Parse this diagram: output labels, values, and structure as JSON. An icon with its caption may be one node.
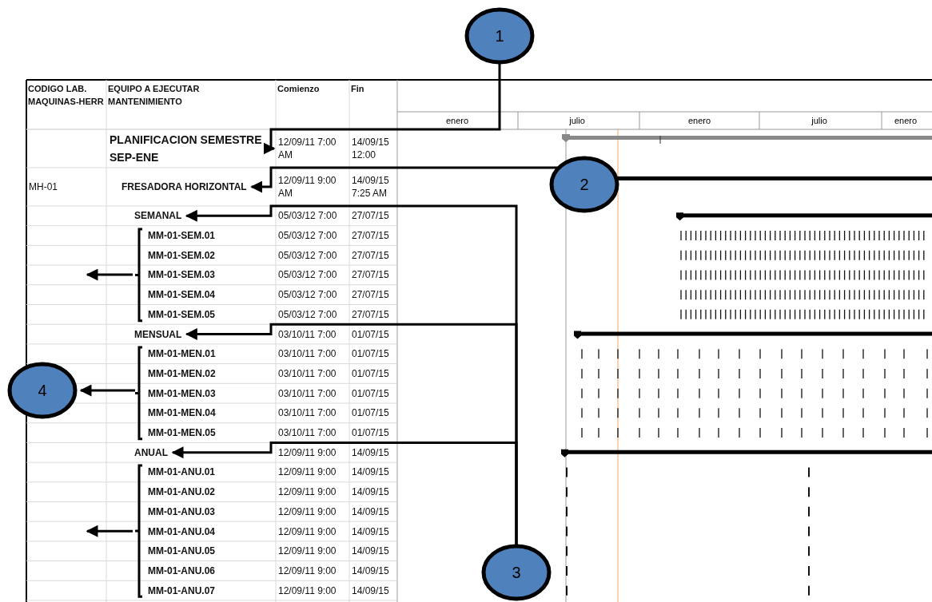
{
  "diagram": {
    "nodes": [
      {
        "text": [
          "1"
        ]
      },
      {
        "text": [
          "PLANIFICACION SEMESTRE SEP-ENE"
        ]
      },
      {
        "text": [
          "2"
        ]
      },
      {
        "text": [
          "FRESADORA HORIZONTAL"
        ]
      },
      {
        "text": [
          "SEMANAL"
        ]
      },
      {
        "text": [],
        "shape": "bracket"
      },
      {
        "text": [
          "MENSUAL"
        ]
      },
      {
        "text": [],
        "shape": "bracket"
      },
      {
        "text": [
          "4"
        ]
      },
      {
        "text": [
          "ANUAL"
        ]
      },
      {
        "text": [],
        "shape": "bracket"
      },
      {
        "text": [
          "3"
        ]
      }
    ],
    "edges": [
      {
        "from": 0,
        "to": 1,
        "arrow": "to"
      },
      {
        "from": 2,
        "to": 3,
        "arrow": "to"
      },
      {
        "from": 11,
        "to": 4,
        "arrow": "to"
      },
      {
        "from": 11,
        "to": 6,
        "arrow": "to"
      },
      {
        "from": 11,
        "to": 9,
        "arrow": "to"
      },
      {
        "from": 5,
        "to": null,
        "arrow": "to"
      },
      {
        "from": 7,
        "to": 8,
        "arrow": "to"
      },
      {
        "from": 10,
        "to": null,
        "arrow": "to"
      }
    ],
    "labels": [
      "CODIGO LAB. MAQUINAS-HERR",
      "EQUIPO A EJECUTAR MANTENIMIENTO",
      "Comienzo",
      "Fin",
      "enero",
      "julio",
      "enero",
      "julio",
      "enero",
      "12/09/11 7:00 AM",
      "14/09/15 12:00",
      "MH-01",
      "12/09/11 9:00 AM",
      "14/09/15 7:25 AM",
      "05/03/12 7:00",
      "27/07/15",
      "MM-01-SEM.01",
      "05/03/12 7:00",
      "27/07/15",
      "MM-01-SEM.02",
      "05/03/12 7:00",
      "27/07/15",
      "MM-01-SEM.03",
      "05/03/12 7:00",
      "27/07/15",
      "MM-01-SEM.04",
      "05/03/12 7:00",
      "27/07/15",
      "MM-01-SEM.05",
      "05/03/12 7:00",
      "27/07/15",
      "03/10/11 7:00",
      "01/07/15",
      "MM-01-MEN.01",
      "03/10/11 7:00",
      "01/07/15",
      "MM-01-MEN.02",
      "03/10/11 7:00",
      "01/07/15",
      "MM-01-MEN.03",
      "03/10/11 7:00",
      "01/07/15",
      "MM-01-MEN.04",
      "03/10/11 7:00",
      "01/07/15",
      "MM-01-MEN.05",
      "03/10/11 7:00",
      "01/07/15",
      "12/09/11 9:00",
      "14/09/15",
      "MM-01-ANU.01",
      "12/09/11 9:00",
      "14/09/15",
      "MM-01-ANU.02",
      "12/09/11 9:00",
      "14/09/15",
      "MM-01-ANU.03",
      "12/09/11 9:00",
      "14/09/15",
      "MM-01-ANU.04",
      "12/09/11 9:00",
      "14/09/15",
      "MM-01-ANU.05",
      "12/09/11 9:00",
      "14/09/15",
      "MM-01-ANU.06",
      "12/09/11 9:00",
      "14/09/15",
      "MM-01-ANU.07",
      "12/09/11 9:00",
      "14/09/15"
    ]
  }
}
